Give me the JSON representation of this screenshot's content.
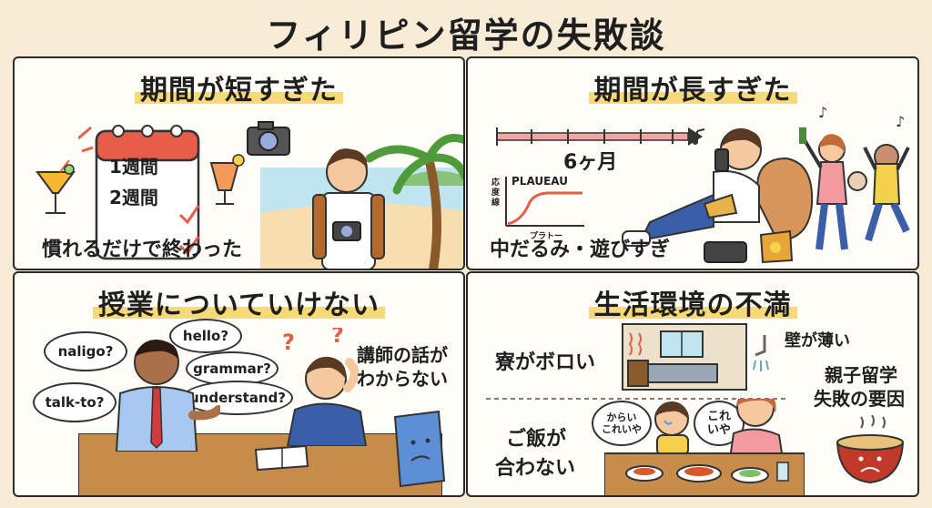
{
  "title": "フィリピン留学の失敗談",
  "panel1": {
    "title": "期間が短すぎた",
    "calendar_1": "1週間",
    "calendar_2": "2週間",
    "caption": "慣れるだけで終わった"
  },
  "panel2": {
    "title": "期間が長すぎた",
    "duration": "6ヶ月",
    "plateau_label": "PLAUEAU",
    "plateau_y": "応度線",
    "plateau_x": "プラトー",
    "caption": "中だるみ・遊びすぎ"
  },
  "panel3": {
    "title": "授業についていけない",
    "bubbles": [
      "naligo?",
      "hello?",
      "grammar?",
      "talk-to?",
      "understand?"
    ],
    "caption_line1": "講師の話が",
    "caption_line2": "わからない"
  },
  "panel4": {
    "title": "生活環境の不満",
    "dorm": "寮がボロい",
    "wall": "壁が薄い",
    "food_line1": "ご飯が",
    "food_line2": "合わない",
    "family_line1": "親子留学",
    "family_line2": "失敗の要因",
    "kid_bubble": [
      "からい",
      "これいや"
    ],
    "mom_bubble": [
      "これ",
      "いや"
    ]
  }
}
